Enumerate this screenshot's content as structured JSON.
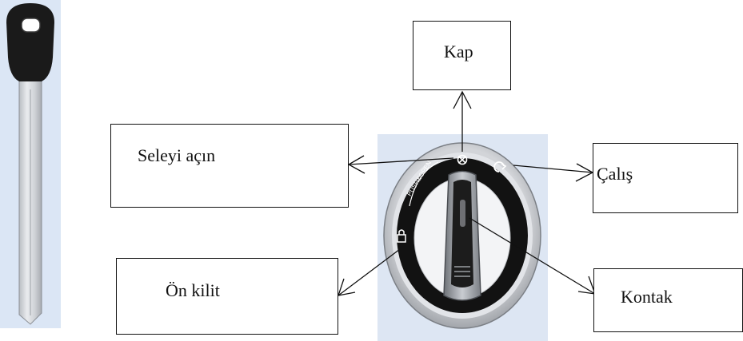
{
  "labels": {
    "top": "Kap",
    "left": "Seleyi açın",
    "right": "Çalış",
    "lower_left": "Ön kilit",
    "lower_right": "Kontak"
  },
  "dial_text": "PUSH&OPEN",
  "icons": [
    "lock-icon",
    "crossed-circle-icon",
    "rotate-arrow-icon",
    "mechanical-key"
  ]
}
